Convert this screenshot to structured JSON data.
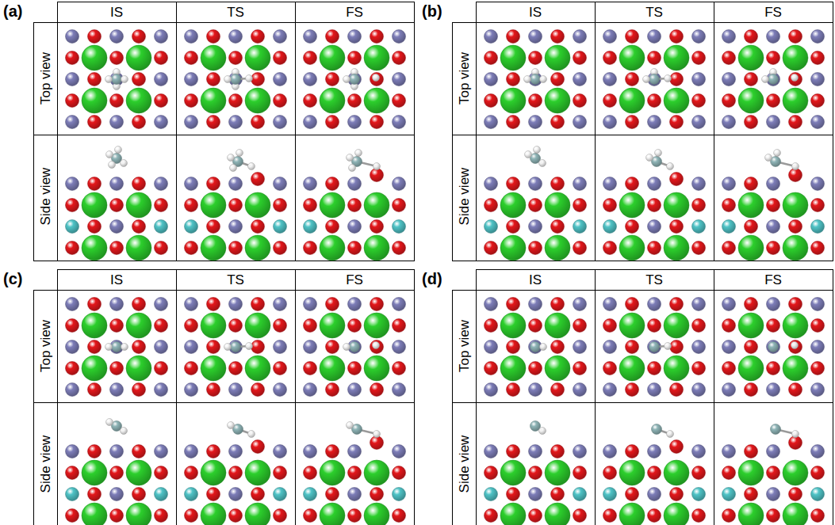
{
  "diagram": {
    "labels": [
      "(a)",
      "IS",
      "TS",
      "FS",
      "Top view",
      "Side view",
      "(b)",
      "IS",
      "TS",
      "FS",
      "Top view",
      "Side view",
      "(c)",
      "IS",
      "TS",
      "FS",
      "Top view",
      "Side view",
      "(d)",
      "IS",
      "TS",
      "FS",
      "Top view",
      "Side view"
    ]
  }
}
